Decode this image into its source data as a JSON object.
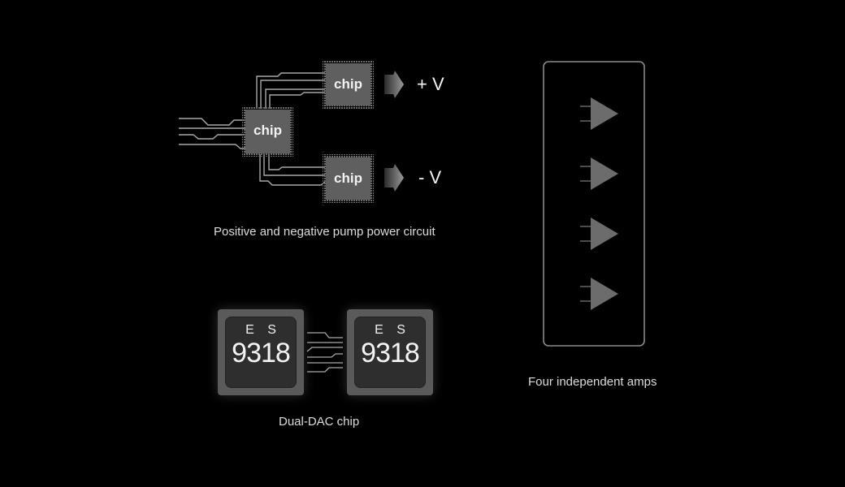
{
  "power_circuit": {
    "caption": "Positive and negative pump power circuit",
    "main_chip_label": "chip",
    "upper_chip_label": "chip",
    "lower_chip_label": "chip",
    "positive_output": "+ V",
    "negative_output": "- V"
  },
  "dual_dac": {
    "caption": "Dual-DAC chip",
    "chips": [
      {
        "brand": "E S",
        "model": "9318"
      },
      {
        "brand": "E S",
        "model": "9318"
      }
    ]
  },
  "amps": {
    "caption": "Four independent amps",
    "count": 4
  },
  "colors": {
    "background": "#000000",
    "chip_fill": "#5f5f5f",
    "trace": "#a8a8a8",
    "amp_triangle": "#6c6c6c",
    "frame": "#8a8a8a"
  }
}
